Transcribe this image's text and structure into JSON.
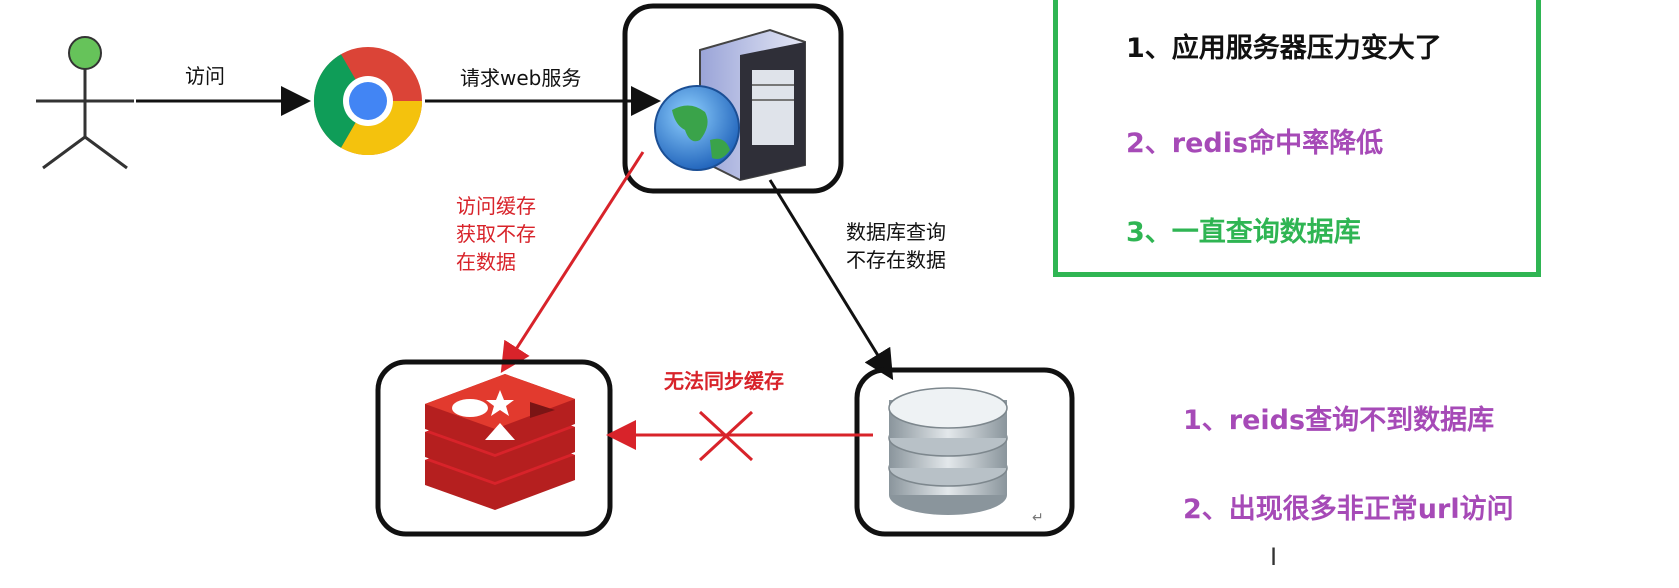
{
  "labels": {
    "visit": "访问",
    "request_web": "请求web服务",
    "cache_miss": "访问缓存\n获取不存\n在数据",
    "db_miss": "数据库查询\n不存在数据",
    "no_sync": "无法同步缓存"
  },
  "notes_box": [
    {
      "text": "1、应用服务器压力变大了",
      "color": "#111111"
    },
    {
      "text": "2、redis命中率降低",
      "color": "#a64ab7"
    },
    {
      "text": "3、一直查询数据库",
      "color": "#2fb553"
    }
  ],
  "notes_free": [
    {
      "text": "1、reids查询不到数据库",
      "color": "#a64ab7"
    },
    {
      "text": "2、出现很多非正常url访问",
      "color": "#a64ab7"
    }
  ],
  "icons": [
    "user-icon",
    "chrome-icon",
    "web-server-icon",
    "redis-icon",
    "database-icon"
  ],
  "colors": {
    "red": "#d8232a",
    "green": "#2fb553",
    "purple": "#a64ab7",
    "black": "#111111"
  }
}
